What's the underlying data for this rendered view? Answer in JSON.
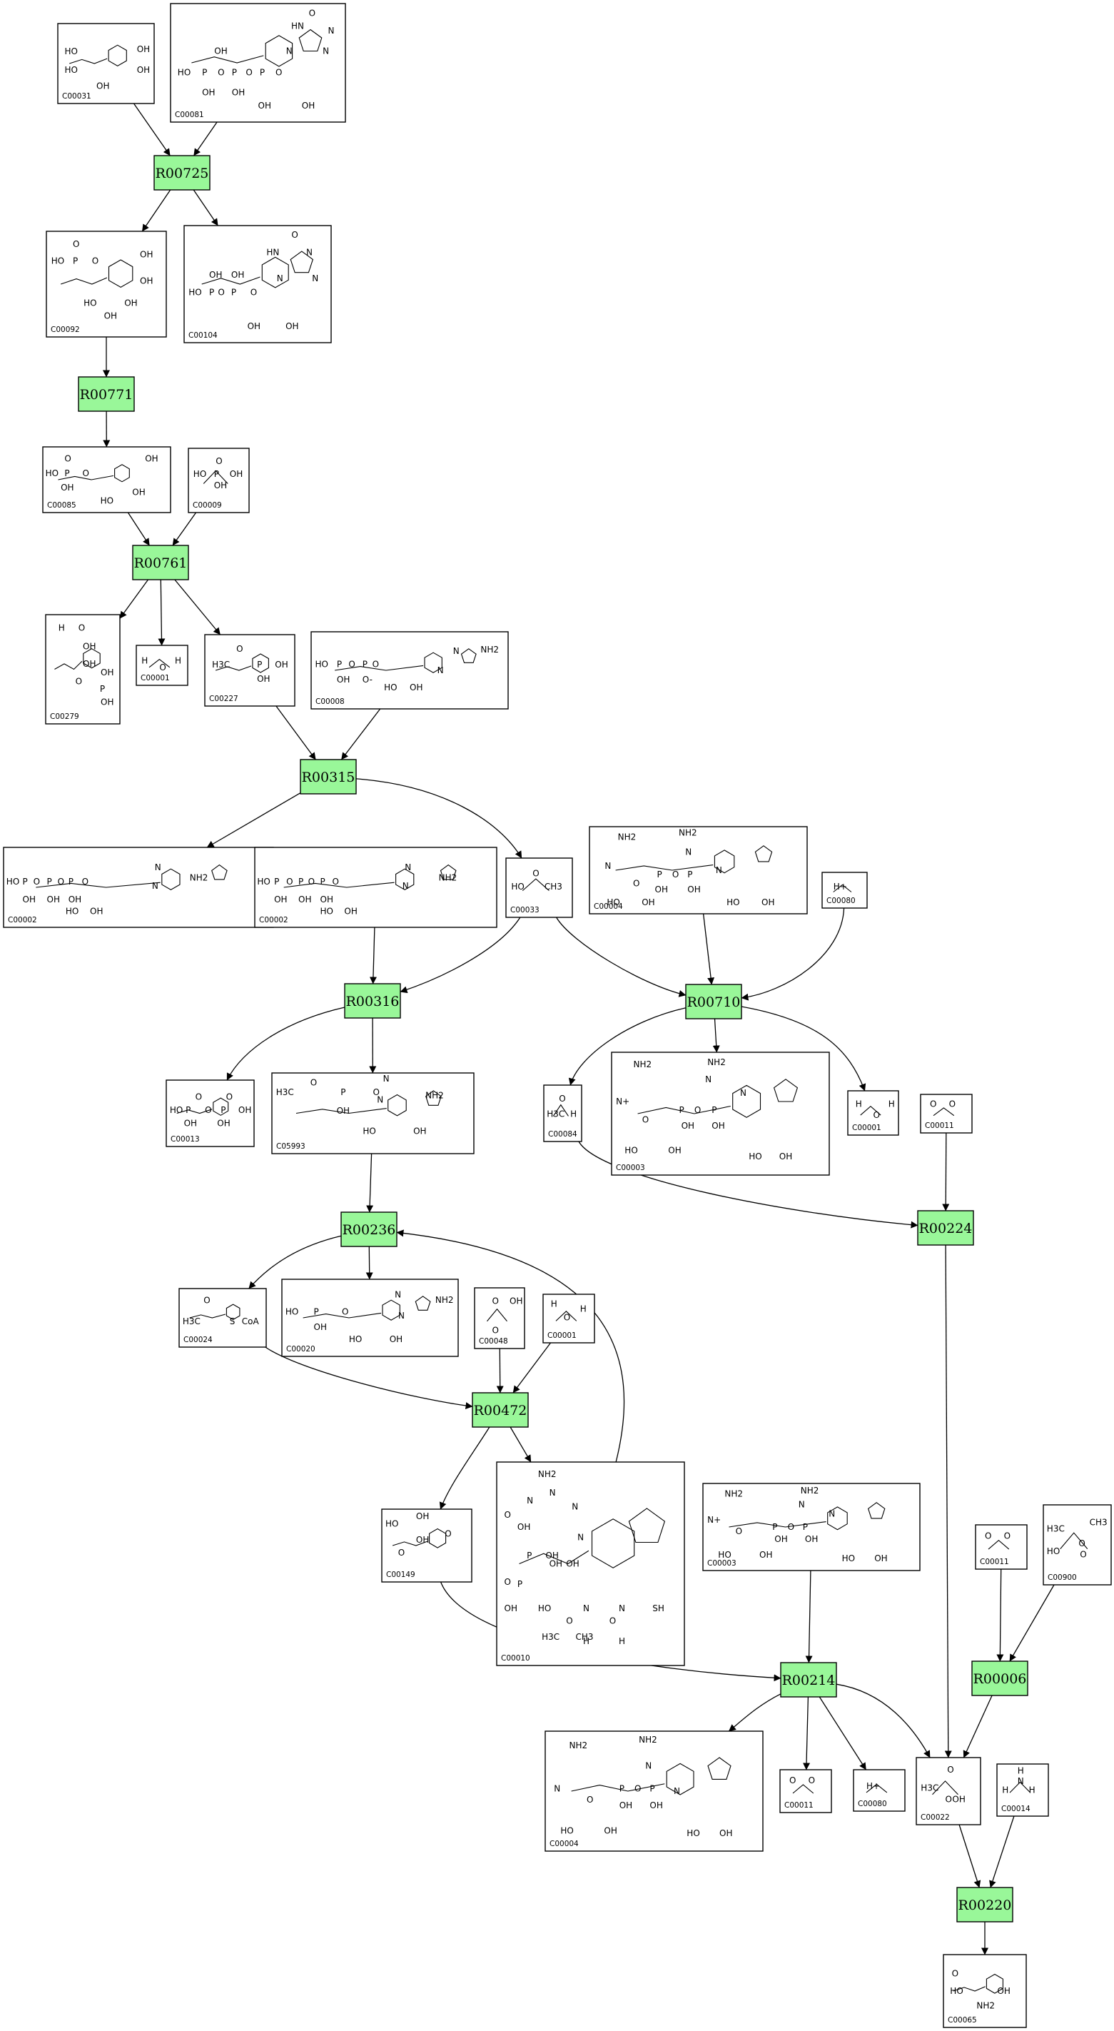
{
  "colors": {
    "reaction_fill": "#99f799",
    "compound_fill": "#ffffff",
    "stroke": "#000000"
  },
  "compounds": [
    {
      "id": "c1",
      "label": "C00031",
      "atoms": [
        "HO",
        "OH",
        "HO",
        "OH",
        "OH"
      ]
    },
    {
      "id": "c2",
      "label": "C00081",
      "atoms": [
        "O",
        "HN",
        "N",
        "N",
        "N",
        "OH",
        "OH",
        "OH",
        "HO",
        "P",
        "P",
        "P",
        "O",
        "O",
        "O",
        "OH",
        "OH"
      ]
    },
    {
      "id": "c3",
      "label": "C00092",
      "atoms": [
        "O",
        "HO",
        "P",
        "O",
        "OH",
        "OH",
        "HO",
        "OH",
        "OH"
      ]
    },
    {
      "id": "c4",
      "label": "C00104",
      "atoms": [
        "O",
        "HN",
        "N",
        "N",
        "N",
        "OH",
        "OH",
        "HO",
        "P",
        "P",
        "O",
        "O",
        "OH",
        "OH"
      ]
    },
    {
      "id": "c5",
      "label": "C00085",
      "atoms": [
        "O",
        "HO",
        "P",
        "O",
        "OH",
        "OH",
        "HO",
        "OH"
      ]
    },
    {
      "id": "c6",
      "label": "C00009",
      "atoms": [
        "O",
        "HO",
        "P",
        "OH",
        "OH"
      ]
    },
    {
      "id": "c7",
      "label": "C00279",
      "atoms": [
        "H",
        "O",
        "OH",
        "OH",
        "O",
        "OH",
        "P",
        "OH"
      ]
    },
    {
      "id": "c8",
      "label": "C00001",
      "atoms": [
        "H",
        "O",
        "H"
      ]
    },
    {
      "id": "c9",
      "label": "C00227",
      "atoms": [
        "H3C",
        "O",
        "P",
        "OH",
        "OH"
      ]
    },
    {
      "id": "c10",
      "label": "C00008",
      "atoms": [
        "HO",
        "P",
        "O",
        "P",
        "O",
        "OH",
        "O-",
        "N",
        "N",
        "NH2",
        "HO",
        "OH"
      ]
    },
    {
      "id": "c11",
      "label": "C00002",
      "atoms": [
        "HO",
        "P",
        "O",
        "P",
        "O",
        "P",
        "O",
        "OH",
        "OH",
        "OH",
        "N",
        "N",
        "NH2",
        "HO",
        "OH"
      ]
    },
    {
      "id": "c12",
      "label": "C00002",
      "atoms": [
        "HO",
        "P",
        "O",
        "P",
        "O",
        "P",
        "O",
        "OH",
        "OH",
        "OH",
        "N",
        "N",
        "NH2",
        "HO",
        "OH"
      ]
    },
    {
      "id": "c13",
      "label": "C00033",
      "atoms": [
        "HO",
        "O",
        "CH3"
      ]
    },
    {
      "id": "c14",
      "label": "C00004",
      "atoms": [
        "NH2",
        "NH2",
        "N",
        "N",
        "N",
        "O",
        "HO",
        "OH",
        "P",
        "P",
        "O",
        "OH",
        "OH",
        "HO",
        "OH"
      ]
    },
    {
      "id": "c15",
      "label": "C00080",
      "atoms": [
        "H+"
      ]
    },
    {
      "id": "c16",
      "label": "C00013",
      "atoms": [
        "HO",
        "P",
        "O",
        "P",
        "OH",
        "OH",
        "OH",
        "O",
        "O"
      ]
    },
    {
      "id": "c17",
      "label": "C05993",
      "atoms": [
        "H3C",
        "O",
        "P",
        "O",
        "OH",
        "N",
        "N",
        "NH2",
        "HO",
        "OH"
      ]
    },
    {
      "id": "c18",
      "label": "C00084",
      "atoms": [
        "H3C",
        "H",
        "O"
      ]
    },
    {
      "id": "c19",
      "label": "C00003",
      "atoms": [
        "NH2",
        "NH2",
        "N+",
        "N",
        "N",
        "O",
        "HO",
        "OH",
        "P",
        "P",
        "O",
        "OH",
        "OH",
        "HO",
        "OH"
      ]
    },
    {
      "id": "c20",
      "label": "C00001",
      "atoms": [
        "H",
        "O",
        "H"
      ]
    },
    {
      "id": "c21",
      "label": "C00011",
      "atoms": [
        "O",
        "O"
      ]
    },
    {
      "id": "c22",
      "label": "C00024",
      "atoms": [
        "H3C",
        "O",
        "S",
        "CoA"
      ]
    },
    {
      "id": "c23",
      "label": "C00020",
      "atoms": [
        "HO",
        "P",
        "O",
        "OH",
        "N",
        "N",
        "NH2",
        "HO",
        "OH"
      ]
    },
    {
      "id": "c24",
      "label": "C00048",
      "atoms": [
        "O",
        "OH",
        "O"
      ]
    },
    {
      "id": "c25",
      "label": "C00001",
      "atoms": [
        "H",
        "O",
        "H"
      ]
    },
    {
      "id": "c26",
      "label": "C00149",
      "atoms": [
        "HO",
        "OH",
        "OH",
        "O",
        "O"
      ]
    },
    {
      "id": "c27",
      "label": "C00010",
      "atoms": [
        "NH2",
        "N",
        "N",
        "N",
        "N",
        "O",
        "OH",
        "P",
        "OH",
        "O",
        "P",
        "OH",
        "HO",
        "OH",
        "OH",
        "H3C",
        "CH3",
        "O",
        "N",
        "H",
        "N",
        "H",
        "O",
        "SH"
      ]
    },
    {
      "id": "c28",
      "label": "C00003",
      "atoms": [
        "NH2",
        "NH2",
        "N+",
        "N",
        "N",
        "O",
        "HO",
        "OH",
        "P",
        "P",
        "O",
        "OH",
        "OH",
        "HO",
        "OH"
      ]
    },
    {
      "id": "c29",
      "label": "C00011",
      "atoms": [
        "O",
        "O"
      ]
    },
    {
      "id": "c30",
      "label": "C00900",
      "atoms": [
        "H3C",
        "CH3",
        "O",
        "HO",
        "O"
      ]
    },
    {
      "id": "c31",
      "label": "C00004",
      "atoms": [
        "NH2",
        "NH2",
        "N",
        "N",
        "N",
        "O",
        "HO",
        "OH",
        "P",
        "P",
        "O",
        "OH",
        "OH",
        "HO",
        "OH"
      ]
    },
    {
      "id": "c32",
      "label": "C00011",
      "atoms": [
        "O",
        "O"
      ]
    },
    {
      "id": "c33",
      "label": "C00080",
      "atoms": [
        "H+"
      ]
    },
    {
      "id": "c34",
      "label": "C00022",
      "atoms": [
        "O",
        "H3C",
        "O",
        "OH"
      ]
    },
    {
      "id": "c35",
      "label": "C00014",
      "atoms": [
        "H",
        "N",
        "H",
        "H"
      ]
    },
    {
      "id": "c36",
      "label": "C00065",
      "atoms": [
        "O",
        "HO",
        "OH",
        "NH2"
      ]
    }
  ],
  "reactions": [
    {
      "id": "r1",
      "label": "R00725"
    },
    {
      "id": "r2",
      "label": "R00771"
    },
    {
      "id": "r3",
      "label": "R00761"
    },
    {
      "id": "r4",
      "label": "R00315"
    },
    {
      "id": "r5",
      "label": "R00316"
    },
    {
      "id": "r6",
      "label": "R00710"
    },
    {
      "id": "r7",
      "label": "R00236"
    },
    {
      "id": "r8",
      "label": "R00224"
    },
    {
      "id": "r9",
      "label": "R00472"
    },
    {
      "id": "r10",
      "label": "R00214"
    },
    {
      "id": "r11",
      "label": "R00006"
    },
    {
      "id": "r12",
      "label": "R00220"
    }
  ],
  "edges": [
    [
      "c1",
      "r1"
    ],
    [
      "c2",
      "r1"
    ],
    [
      "r1",
      "c3"
    ],
    [
      "r1",
      "c4"
    ],
    [
      "c3",
      "r2"
    ],
    [
      "r2",
      "c5"
    ],
    [
      "c5",
      "r3"
    ],
    [
      "c6",
      "r3"
    ],
    [
      "r3",
      "c7"
    ],
    [
      "r3",
      "c8"
    ],
    [
      "r3",
      "c9"
    ],
    [
      "c9",
      "r4"
    ],
    [
      "c10",
      "r4"
    ],
    [
      "r4",
      "c11"
    ],
    [
      "r4",
      "c13"
    ],
    [
      "c12",
      "r5"
    ],
    [
      "c13",
      "r5"
    ],
    [
      "r5",
      "c16"
    ],
    [
      "r5",
      "c17"
    ],
    [
      "c13",
      "r6"
    ],
    [
      "c14",
      "r6"
    ],
    [
      "c15",
      "r6"
    ],
    [
      "r6",
      "c18"
    ],
    [
      "r6",
      "c19"
    ],
    [
      "r6",
      "c20"
    ],
    [
      "c17",
      "r7"
    ],
    [
      "r7",
      "c22"
    ],
    [
      "r7",
      "c23"
    ],
    [
      "c18",
      "r8"
    ],
    [
      "c21",
      "r8"
    ],
    [
      "c22",
      "r9"
    ],
    [
      "c24",
      "r9"
    ],
    [
      "c25",
      "r9"
    ],
    [
      "r9",
      "c26"
    ],
    [
      "r9",
      "c27"
    ],
    [
      "c27",
      "r7"
    ],
    [
      "c26",
      "r10"
    ],
    [
      "c28",
      "r10"
    ],
    [
      "r10",
      "c31"
    ],
    [
      "r10",
      "c32"
    ],
    [
      "r10",
      "c33"
    ],
    [
      "r10",
      "c34"
    ],
    [
      "r8",
      "c34"
    ],
    [
      "c29",
      "r11"
    ],
    [
      "c30",
      "r11"
    ],
    [
      "r11",
      "c34"
    ],
    [
      "c34",
      "r12"
    ],
    [
      "c35",
      "r12"
    ],
    [
      "r12",
      "c36"
    ]
  ]
}
